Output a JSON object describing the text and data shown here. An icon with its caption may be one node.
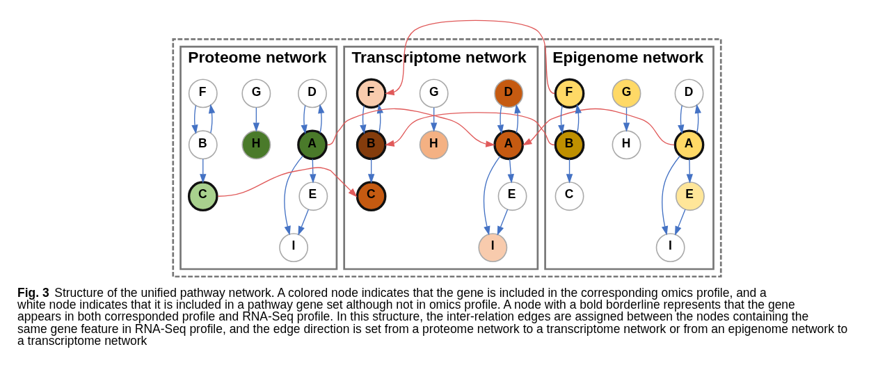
{
  "diagram": {
    "caption": "**Fig. 3** Structure of the unified pathway network. A colored node indicates that the gene is included in the corresponding omics profile, and a white node indicates that it is included in a pathway gene set although not in omics profile. A node with a bold borderline represents that the gene appears in both corresponded profile and RNA-Seq profile. In this structure, the inter-relation edges are assigned between the nodes containing the same gene feature in RNA-Seq profile, and the edge direction is set from a proteome network to a transcriptome network or from an epigenome network to a transcriptome network",
    "nodes": [
      {
        "text": [],
        "shape": "box"
      },
      {
        "text": [
          "Proteome network"
        ],
        "in": 0
      },
      {
        "text": [
          "D"
        ],
        "in": 1
      },
      {
        "text": [
          "H"
        ],
        "in": 1
      },
      {
        "text": [
          "G"
        ],
        "in": 1
      },
      {
        "text": [
          "A"
        ],
        "in": 1
      },
      {
        "text": [
          "I"
        ],
        "in": 1
      },
      {
        "text": [
          "F"
        ],
        "in": 1
      },
      {
        "text": [
          "E"
        ],
        "in": 1
      },
      {
        "text": [
          "C"
        ],
        "in": 1
      },
      {
        "text": [
          "B"
        ],
        "in": 1
      },
      {
        "text": [
          "Transcriptome network"
        ],
        "in": 0
      },
      {
        "text": [
          "D"
        ],
        "in": 11
      },
      {
        "text": [
          "H"
        ],
        "in": 11
      },
      {
        "text": [
          "G"
        ],
        "in": 11
      },
      {
        "text": [
          "A"
        ],
        "in": 11
      },
      {
        "text": [
          "I"
        ],
        "in": 11
      },
      {
        "text": [
          "F"
        ],
        "in": 11
      },
      {
        "text": [
          "E"
        ],
        "in": 11
      },
      {
        "text": [
          "C"
        ],
        "in": 11
      },
      {
        "text": [
          "B"
        ],
        "in": 11
      },
      {
        "text": [
          "Epigenome network"
        ],
        "in": 0
      },
      {
        "text": [
          "D"
        ],
        "in": 21
      },
      {
        "text": [
          "H"
        ],
        "in": 21
      },
      {
        "text": [
          "G"
        ],
        "in": 21
      },
      {
        "text": [
          "A"
        ],
        "in": 21
      },
      {
        "text": [
          "I"
        ],
        "in": 21
      },
      {
        "text": [
          "F"
        ],
        "in": 21
      },
      {
        "text": [
          "E"
        ],
        "in": 21
      },
      {
        "text": [
          "C"
        ],
        "in": 21
      },
      {
        "text": [
          "B"
        ],
        "in": 21
      }
    ],
    "edges": [
      {
        "from": 2,
        "to": 5,
        "arrow": "to"
      },
      {
        "from": 5,
        "to": 2,
        "arrow": "to"
      },
      {
        "from": 4,
        "to": 3,
        "arrow": "to"
      },
      {
        "from": 5,
        "to": 6,
        "arrow": "to"
      },
      {
        "from": 5,
        "to": 8,
        "arrow": "to"
      },
      {
        "from": 8,
        "to": 6,
        "arrow": "to"
      },
      {
        "from": 7,
        "to": 10,
        "arrow": "to"
      },
      {
        "from": 10,
        "to": 7,
        "arrow": "to"
      },
      {
        "from": 10,
        "to": 9,
        "arrow": "to"
      },
      {
        "from": 12,
        "to": 15,
        "arrow": "to"
      },
      {
        "from": 15,
        "to": 12,
        "arrow": "to"
      },
      {
        "from": 14,
        "to": 13,
        "arrow": "to"
      },
      {
        "from": 15,
        "to": 16,
        "arrow": "to"
      },
      {
        "from": 15,
        "to": 18,
        "arrow": "to"
      },
      {
        "from": 18,
        "to": 16,
        "arrow": "to"
      },
      {
        "from": 17,
        "to": 20,
        "arrow": "to"
      },
      {
        "from": 20,
        "to": 17,
        "arrow": "to"
      },
      {
        "from": 20,
        "to": 19,
        "arrow": "to"
      },
      {
        "from": 22,
        "to": 25,
        "arrow": "to"
      },
      {
        "from": 25,
        "to": 22,
        "arrow": "to"
      },
      {
        "from": 24,
        "to": 23,
        "arrow": "to"
      },
      {
        "from": 25,
        "to": 26,
        "arrow": "to"
      },
      {
        "from": 25,
        "to": 28,
        "arrow": "to"
      },
      {
        "from": 28,
        "to": 26,
        "arrow": "to"
      },
      {
        "from": 27,
        "to": 30,
        "arrow": "to"
      },
      {
        "from": 30,
        "to": 27,
        "arrow": "to"
      },
      {
        "from": 30,
        "to": 29,
        "arrow": "to"
      },
      {
        "from": 5,
        "to": 15,
        "arrow": "to",
        "color": "#e05a5a"
      },
      {
        "from": 9,
        "to": 19,
        "arrow": "to",
        "color": "#e05a5a"
      },
      {
        "from": 25,
        "to": 15,
        "arrow": "to",
        "color": "#e05a5a"
      },
      {
        "from": 27,
        "to": 17,
        "arrow": "to",
        "color": "#e05a5a"
      },
      {
        "from": 30,
        "to": 20,
        "arrow": "to",
        "color": "#e05a5a"
      }
    ]
  }
}
